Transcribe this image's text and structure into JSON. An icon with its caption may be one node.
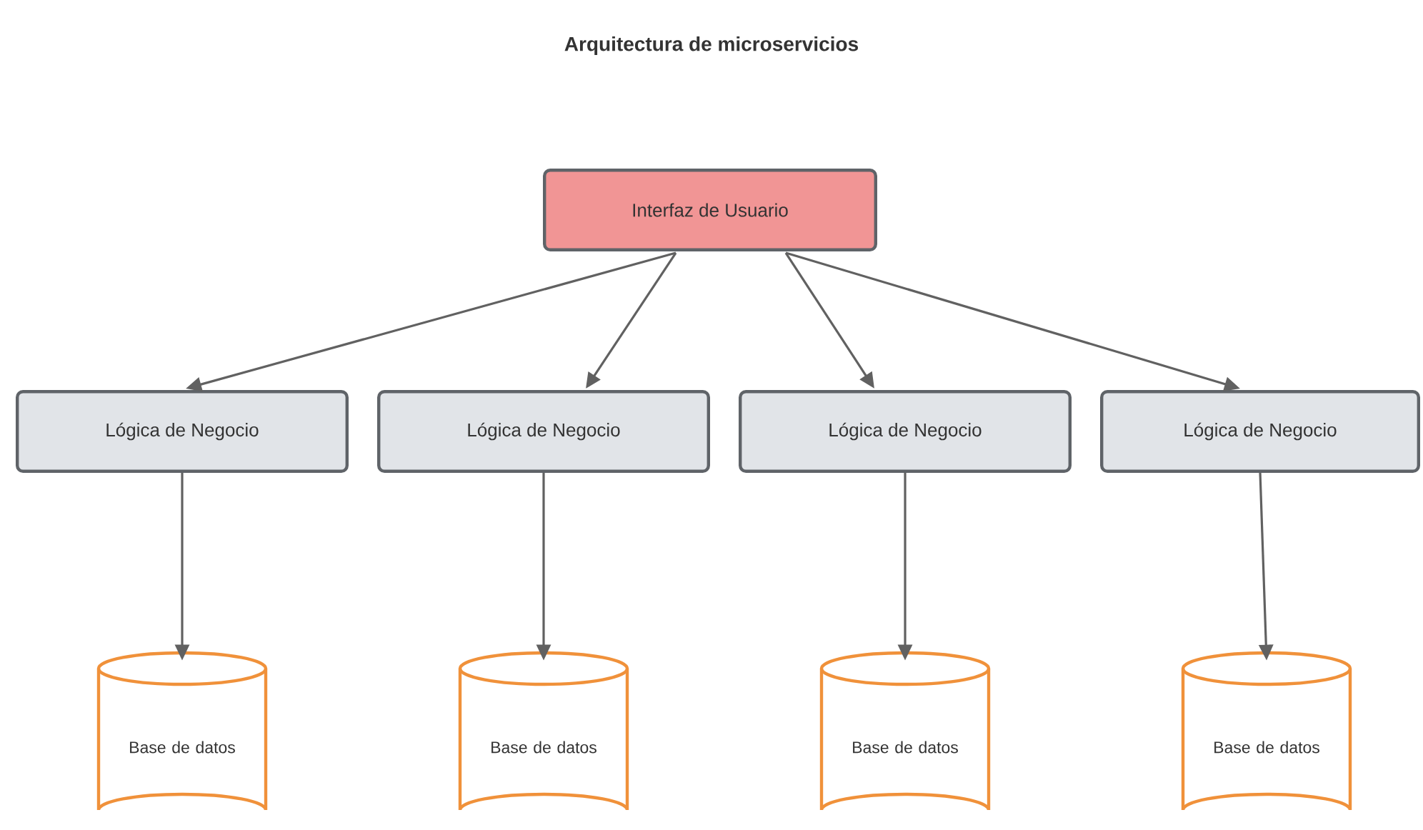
{
  "diagram": {
    "title": "Arquitectura de microservicios",
    "nodes": [
      {
        "text": [
          "Interfaz de Usuario"
        ]
      },
      {
        "text": [
          "Lógica de Negocio"
        ]
      },
      {
        "text": [
          "Lógica de Negocio"
        ]
      },
      {
        "text": [
          "Lógica de Negocio"
        ]
      },
      {
        "text": [
          "Lógica de Negocio"
        ]
      },
      {
        "text": [
          "Base de datos"
        ]
      },
      {
        "text": [
          "Base de datos"
        ]
      },
      {
        "text": [
          "Base de datos"
        ]
      },
      {
        "text": [
          "Base de datos"
        ]
      }
    ],
    "edges": [
      {
        "from": 0,
        "to": 1,
        "arrow": "to"
      },
      {
        "from": 0,
        "to": 2,
        "arrow": "to"
      },
      {
        "from": 0,
        "to": 3,
        "arrow": "to"
      },
      {
        "from": 0,
        "to": 4,
        "arrow": "to"
      },
      {
        "from": 1,
        "to": 5,
        "arrow": "to"
      },
      {
        "from": 2,
        "to": 6,
        "arrow": "to"
      },
      {
        "from": 3,
        "to": 7,
        "arrow": "to"
      },
      {
        "from": 4,
        "to": 8,
        "arrow": "to"
      }
    ]
  }
}
